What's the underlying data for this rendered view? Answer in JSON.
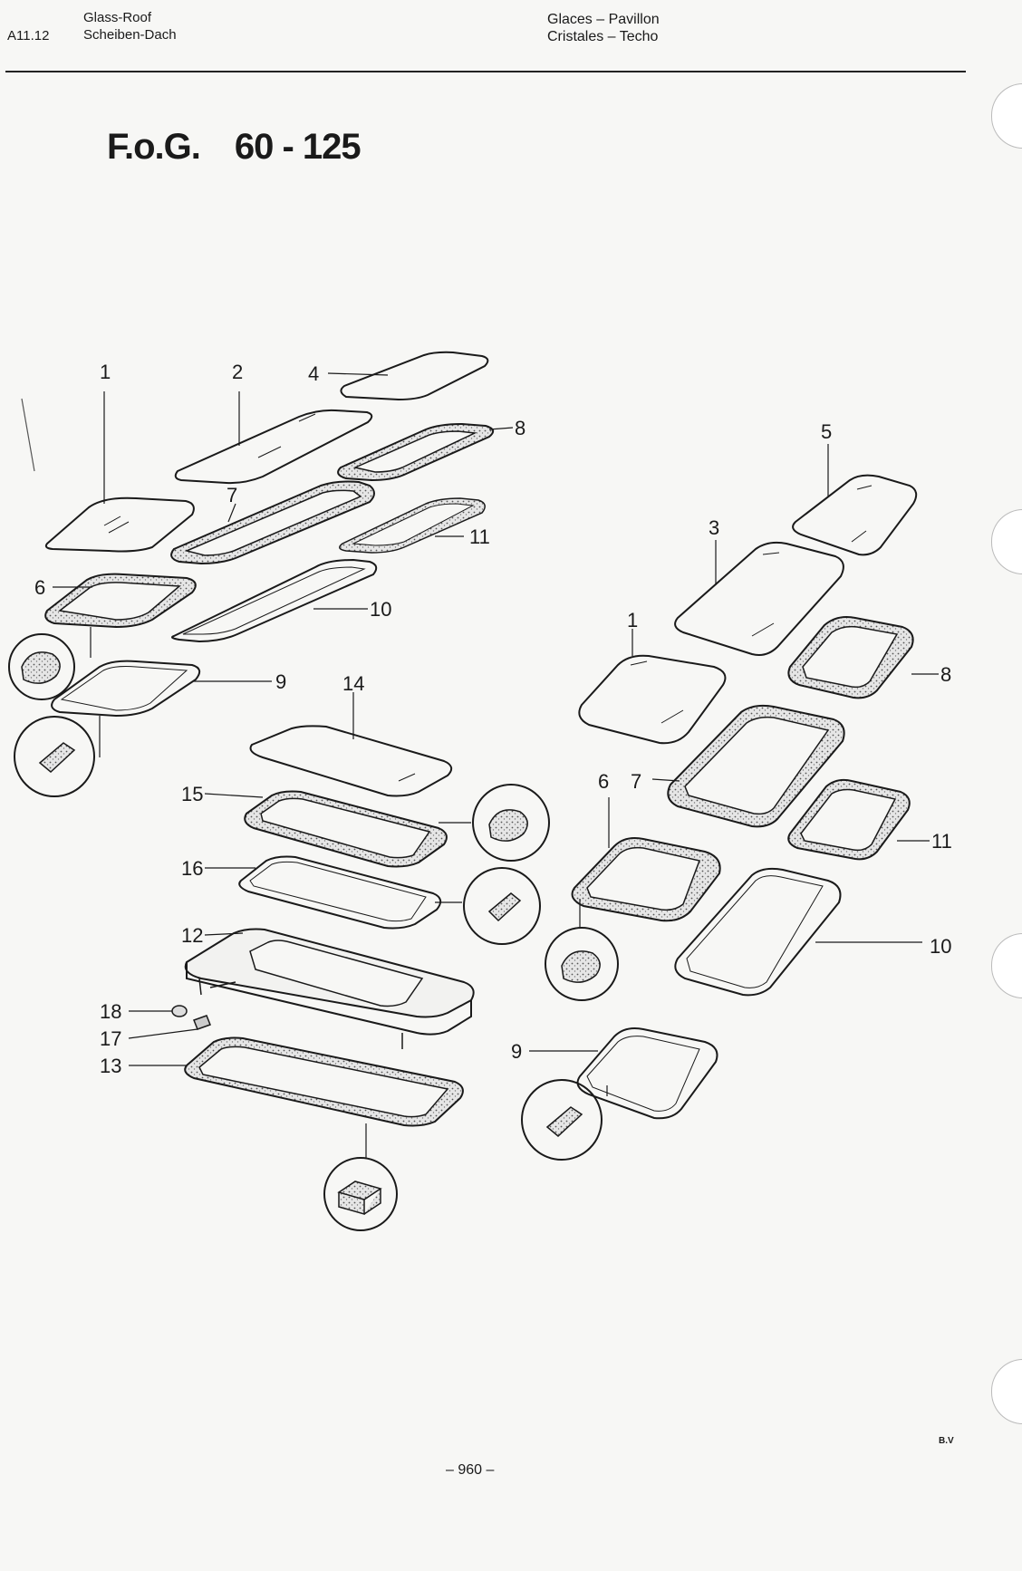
{
  "header": {
    "code": "A11.12",
    "left_line1": "Glass-Roof",
    "left_line2": "Scheiben-Dach",
    "right_line1": "Glaces – Pavillon",
    "right_line2": "Cristales – Techo"
  },
  "model": {
    "prefix": "F.o.G.",
    "range": "60 - 125"
  },
  "footer": {
    "page": "– 960 –",
    "initials": "B.V"
  },
  "labels": {
    "a1": "1",
    "a2": "2",
    "a4": "4",
    "a8": "8",
    "a7": "7",
    "a11": "11",
    "a6": "6",
    "a10": "10",
    "a9": "9",
    "a14": "14",
    "a15": "15",
    "a16": "16",
    "a12": "12",
    "a18": "18",
    "a17": "17",
    "a13": "13",
    "b5": "5",
    "b3": "3",
    "b1": "1",
    "b8": "8",
    "b6": "6",
    "b7": "7",
    "b11": "11",
    "b10": "10",
    "b9": "9"
  }
}
